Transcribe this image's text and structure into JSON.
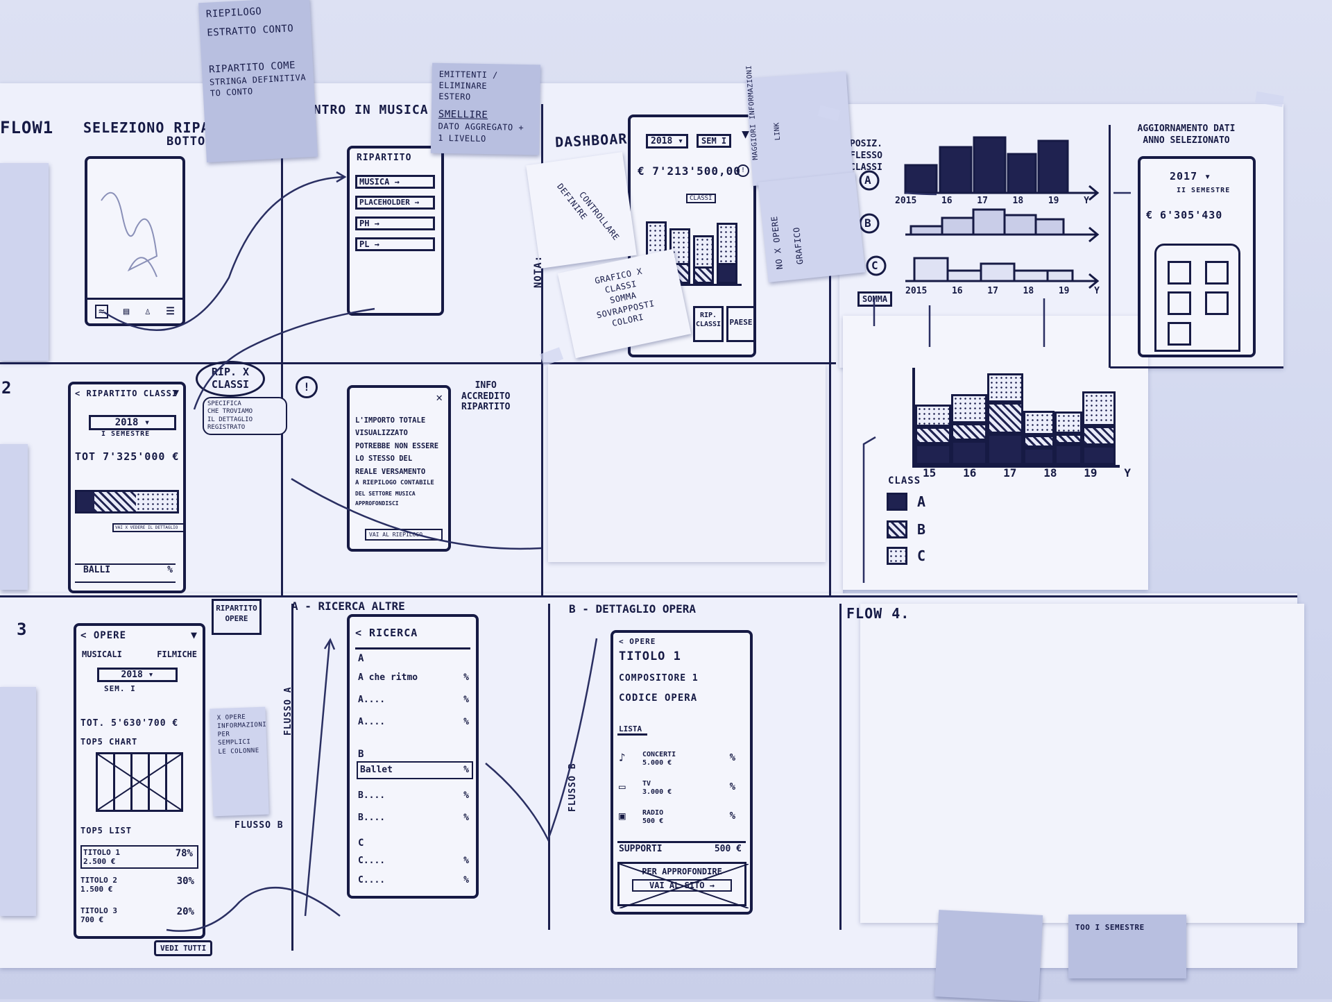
{
  "wall_notes": {
    "top_left": [
      "RIEPILOGO",
      "ESTRATTO CONTO",
      "RIPARTITO COME",
      "STRINGA DEFINITIVA",
      "TO CONTO"
    ],
    "emittenti": [
      "EMITTENTI",
      "ESTERO",
      "ELIMINARE",
      "SMELLIRE",
      "DATO AGGREGATO +",
      "1 LIVELLO"
    ]
  },
  "flow1": {
    "label": "FLOW1",
    "col1_title": "SELEZIONO RIPARTITO",
    "col1_subtitle": "BOTTON",
    "col2_title": "ENTRO IN MUSICA",
    "menu_header": "RIPARTITO",
    "menu_items": [
      "MUSICA",
      "PLACEHOLDER",
      "PH",
      "PL"
    ],
    "dashboard_title": "DASHBOARD",
    "dash_year": "2018",
    "dash_sem": "SEM I",
    "dash_amount": "€ 7'213'500,00",
    "dash_class_btn": "CLASSI",
    "dash_btn_classi": "RIP. CLASSI",
    "dash_btn_paese": "PAESE",
    "nota_label": "NOTA:",
    "nota_text": [
      "DEFINIRE",
      "CONTROLLARE"
    ],
    "grafico_note": [
      "GRAFICO X",
      "CLASSI",
      "SOMMA",
      "SOVRAPPOSTI",
      "COLORI"
    ],
    "side_note": [
      "MAGGIORI INFORMAZIONI",
      "LINK"
    ],
    "no_opere_note": [
      "NO X OPERE",
      "GRAFICO"
    ]
  },
  "flow2": {
    "label": "2",
    "bubble": [
      "RIP. X",
      "CLASSI"
    ],
    "bubble_note": [
      "SPECIFICA",
      "CHE TROVIAMO",
      "IL DETTAGLIO",
      "REGISTRATO"
    ],
    "screen_header": "RIPARTITO CLASSI",
    "year": "2018",
    "semester": "I SEMESTRE",
    "total": "TOT 7'325'000 €",
    "detail_btn": "VAI X VEDERE IL DETTAGLIO",
    "row_label": "BALLI",
    "row_pct": "%",
    "info_title": [
      "INFO",
      "ACCREDITO",
      "RIPARTITO"
    ],
    "modal_text": [
      "L'IMPORTO TOTALE",
      "VISUALIZZATO",
      "POTREBBE NON ESSERE",
      "LO STESSO DEL",
      "REALE VERSAMENTO",
      "A RIEPILOGO CONTABILE",
      "DEL SETTORE MUSICA",
      "APPROFONDISCI"
    ],
    "modal_btn": "VAI AL RIEPILOGO"
  },
  "classes_chart": {
    "title": "POSIZ. FLESSO CLASSI",
    "rows": [
      "A",
      "B",
      "C"
    ],
    "years": [
      "2015",
      "16",
      "17",
      "18",
      "19"
    ],
    "axis": "Y",
    "somma": "SOMMA",
    "stacked_years": [
      "15",
      "16",
      "17",
      "18",
      "19"
    ],
    "legend_title": "CLASS",
    "legend": [
      "A",
      "B",
      "C"
    ]
  },
  "update_panel": {
    "title": [
      "AGGIORNAMENTO DATI",
      "ANNO SELEZIONATO"
    ],
    "year": "2017",
    "semester": "II SEMESTRE",
    "amount": "€ 6'305'430"
  },
  "flow3": {
    "label": "3",
    "note": [
      "RIPARTITO",
      "OPERE"
    ],
    "header": "OPERE",
    "tabs": [
      "MUSICALI",
      "FILMICHE"
    ],
    "year": "2018",
    "sem": "SEM. I",
    "total": "TOT. 5'630'700 €",
    "top_chart": "TOP5 CHART",
    "top_list": "TOP5 LIST",
    "items": [
      {
        "title": "TITOLO 1",
        "amount": "2.500 €",
        "pct": "78%"
      },
      {
        "title": "TITOLO 2",
        "amount": "1.500 €",
        "pct": "30%"
      },
      {
        "title": "TITOLO 3",
        "amount": "700 €",
        "pct": "20%"
      }
    ],
    "see_all": "VEDI TUTTI",
    "flusso_b": "FLUSSO B",
    "side_note": [
      "X OPERE",
      "INFORMAZIONI",
      "PER SEMPLICI",
      "LE COLONNE"
    ]
  },
  "ricerca": {
    "title": "A - RICERCA ALTRE",
    "flusso": "FLUSSO A",
    "header": "< RICERCA",
    "sections": [
      "A",
      "B",
      "C"
    ],
    "rows": [
      "A che ritmo",
      "A....",
      "A....",
      "Ballet",
      "B....",
      "B....",
      "C....",
      "C...."
    ],
    "pct": "%"
  },
  "dettaglio": {
    "title": "B - DETTAGLIO OPERA",
    "flusso": "FLUSSO B",
    "back": "< OPERE",
    "work_title": "TITOLO 1",
    "composer": "COMPOSITORE 1",
    "code": "CODICE OPERA",
    "list": "LISTA",
    "rows": [
      {
        "label": "CONCERTI",
        "amount": "5.000 €"
      },
      {
        "label": "TV",
        "amount": "3.000 €"
      },
      {
        "label": "RADIO",
        "amount": "500 €"
      }
    ],
    "support": "SUPPORTI",
    "support_amount": "500 €",
    "approfondire": "PER APPROFONDIRE",
    "site_btn": "VAI AL SITO"
  },
  "flow4": {
    "label": "FLOW 4."
  },
  "bottom_notes": [
    "TOO I SEMESTRE"
  ]
}
